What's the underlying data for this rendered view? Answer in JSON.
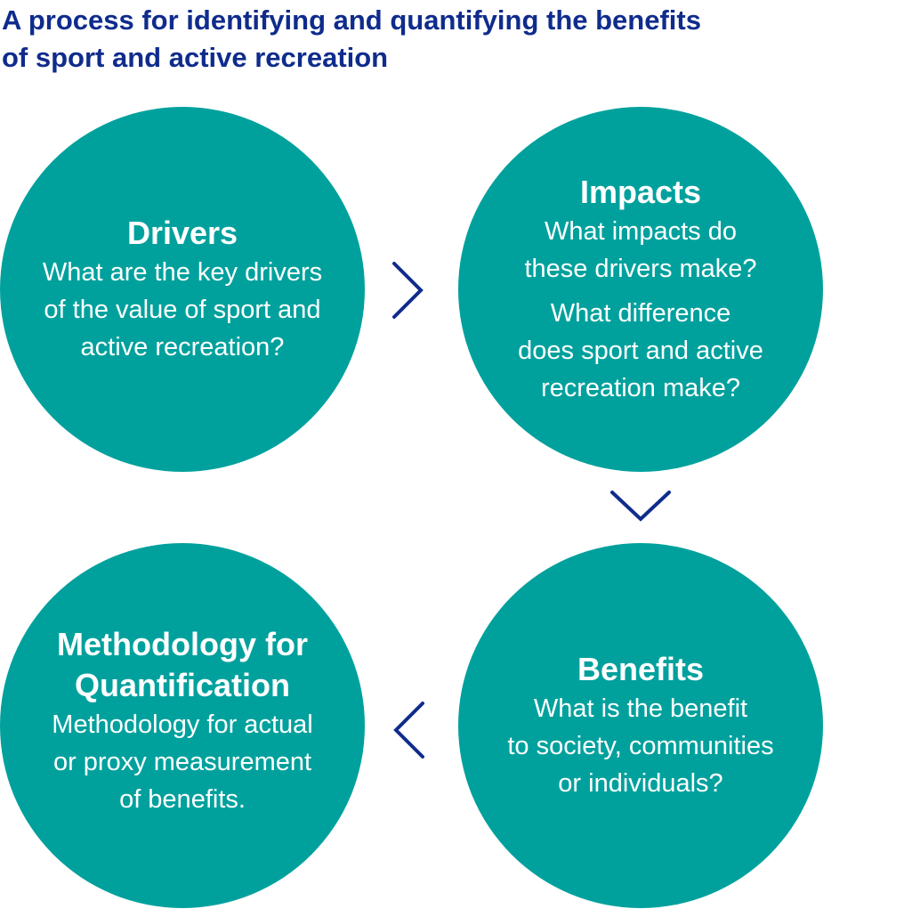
{
  "title": {
    "line1": "A process for identifying and quantifying the benefits",
    "line2": "of sport and active recreation"
  },
  "steps": {
    "drivers": {
      "heading": "Drivers",
      "text": [
        "What are the key drivers",
        "of the value of sport and",
        "active recreation?"
      ]
    },
    "impacts": {
      "heading": "Impacts",
      "text1": [
        "What impacts do",
        "these drivers make?"
      ],
      "text2": [
        "What difference",
        "does sport and active",
        "recreation make?"
      ]
    },
    "benefits": {
      "heading": "Benefits",
      "text": [
        "What is the benefit",
        "to society, communities",
        "or individuals?"
      ]
    },
    "methodology": {
      "heading1": "Methodology for",
      "heading2": "Quantification",
      "text": [
        "Methodology for actual",
        "or proxy measurement",
        "of benefits."
      ]
    }
  },
  "colors": {
    "circle": "#00a19d",
    "accent": "#0f2c8c"
  }
}
